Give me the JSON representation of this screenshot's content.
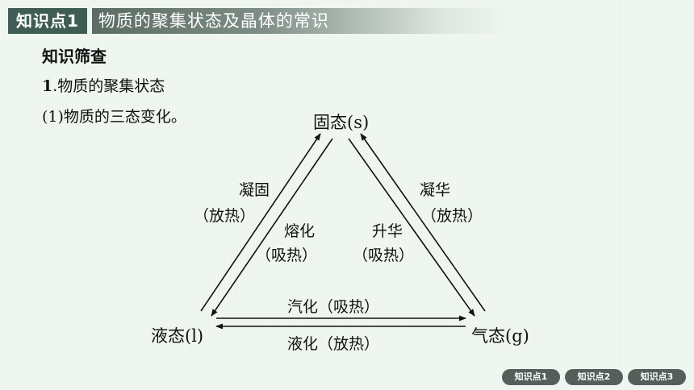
{
  "header": {
    "badge": "知识点1",
    "title": "物质的聚集状态及晶体的常识"
  },
  "section": {
    "heading": "知识筛查",
    "point_number": "1",
    "point_text": ".物质的聚集状态",
    "sub_number": "(1)",
    "sub_text": "物质的三态变化。"
  },
  "diagram": {
    "solid": {
      "name": "固态",
      "symbol": "(s)"
    },
    "liquid": {
      "name": "液态",
      "symbol": "(l)"
    },
    "gas": {
      "name": "气态",
      "symbol": "(g)"
    },
    "left_outer": {
      "process": "凝固",
      "heat": "（放热）"
    },
    "left_inner": {
      "process": "熔化",
      "heat": "（吸热）"
    },
    "right_inner": {
      "process": "升华",
      "heat": "（吸热）"
    },
    "right_outer": {
      "process": "凝华",
      "heat": "（放热）"
    },
    "bottom_top": "汽化（吸热）",
    "bottom_bottom": "液化（放热）"
  },
  "nav": {
    "items": [
      "知识点1",
      "知识点2",
      "知识点3"
    ]
  }
}
